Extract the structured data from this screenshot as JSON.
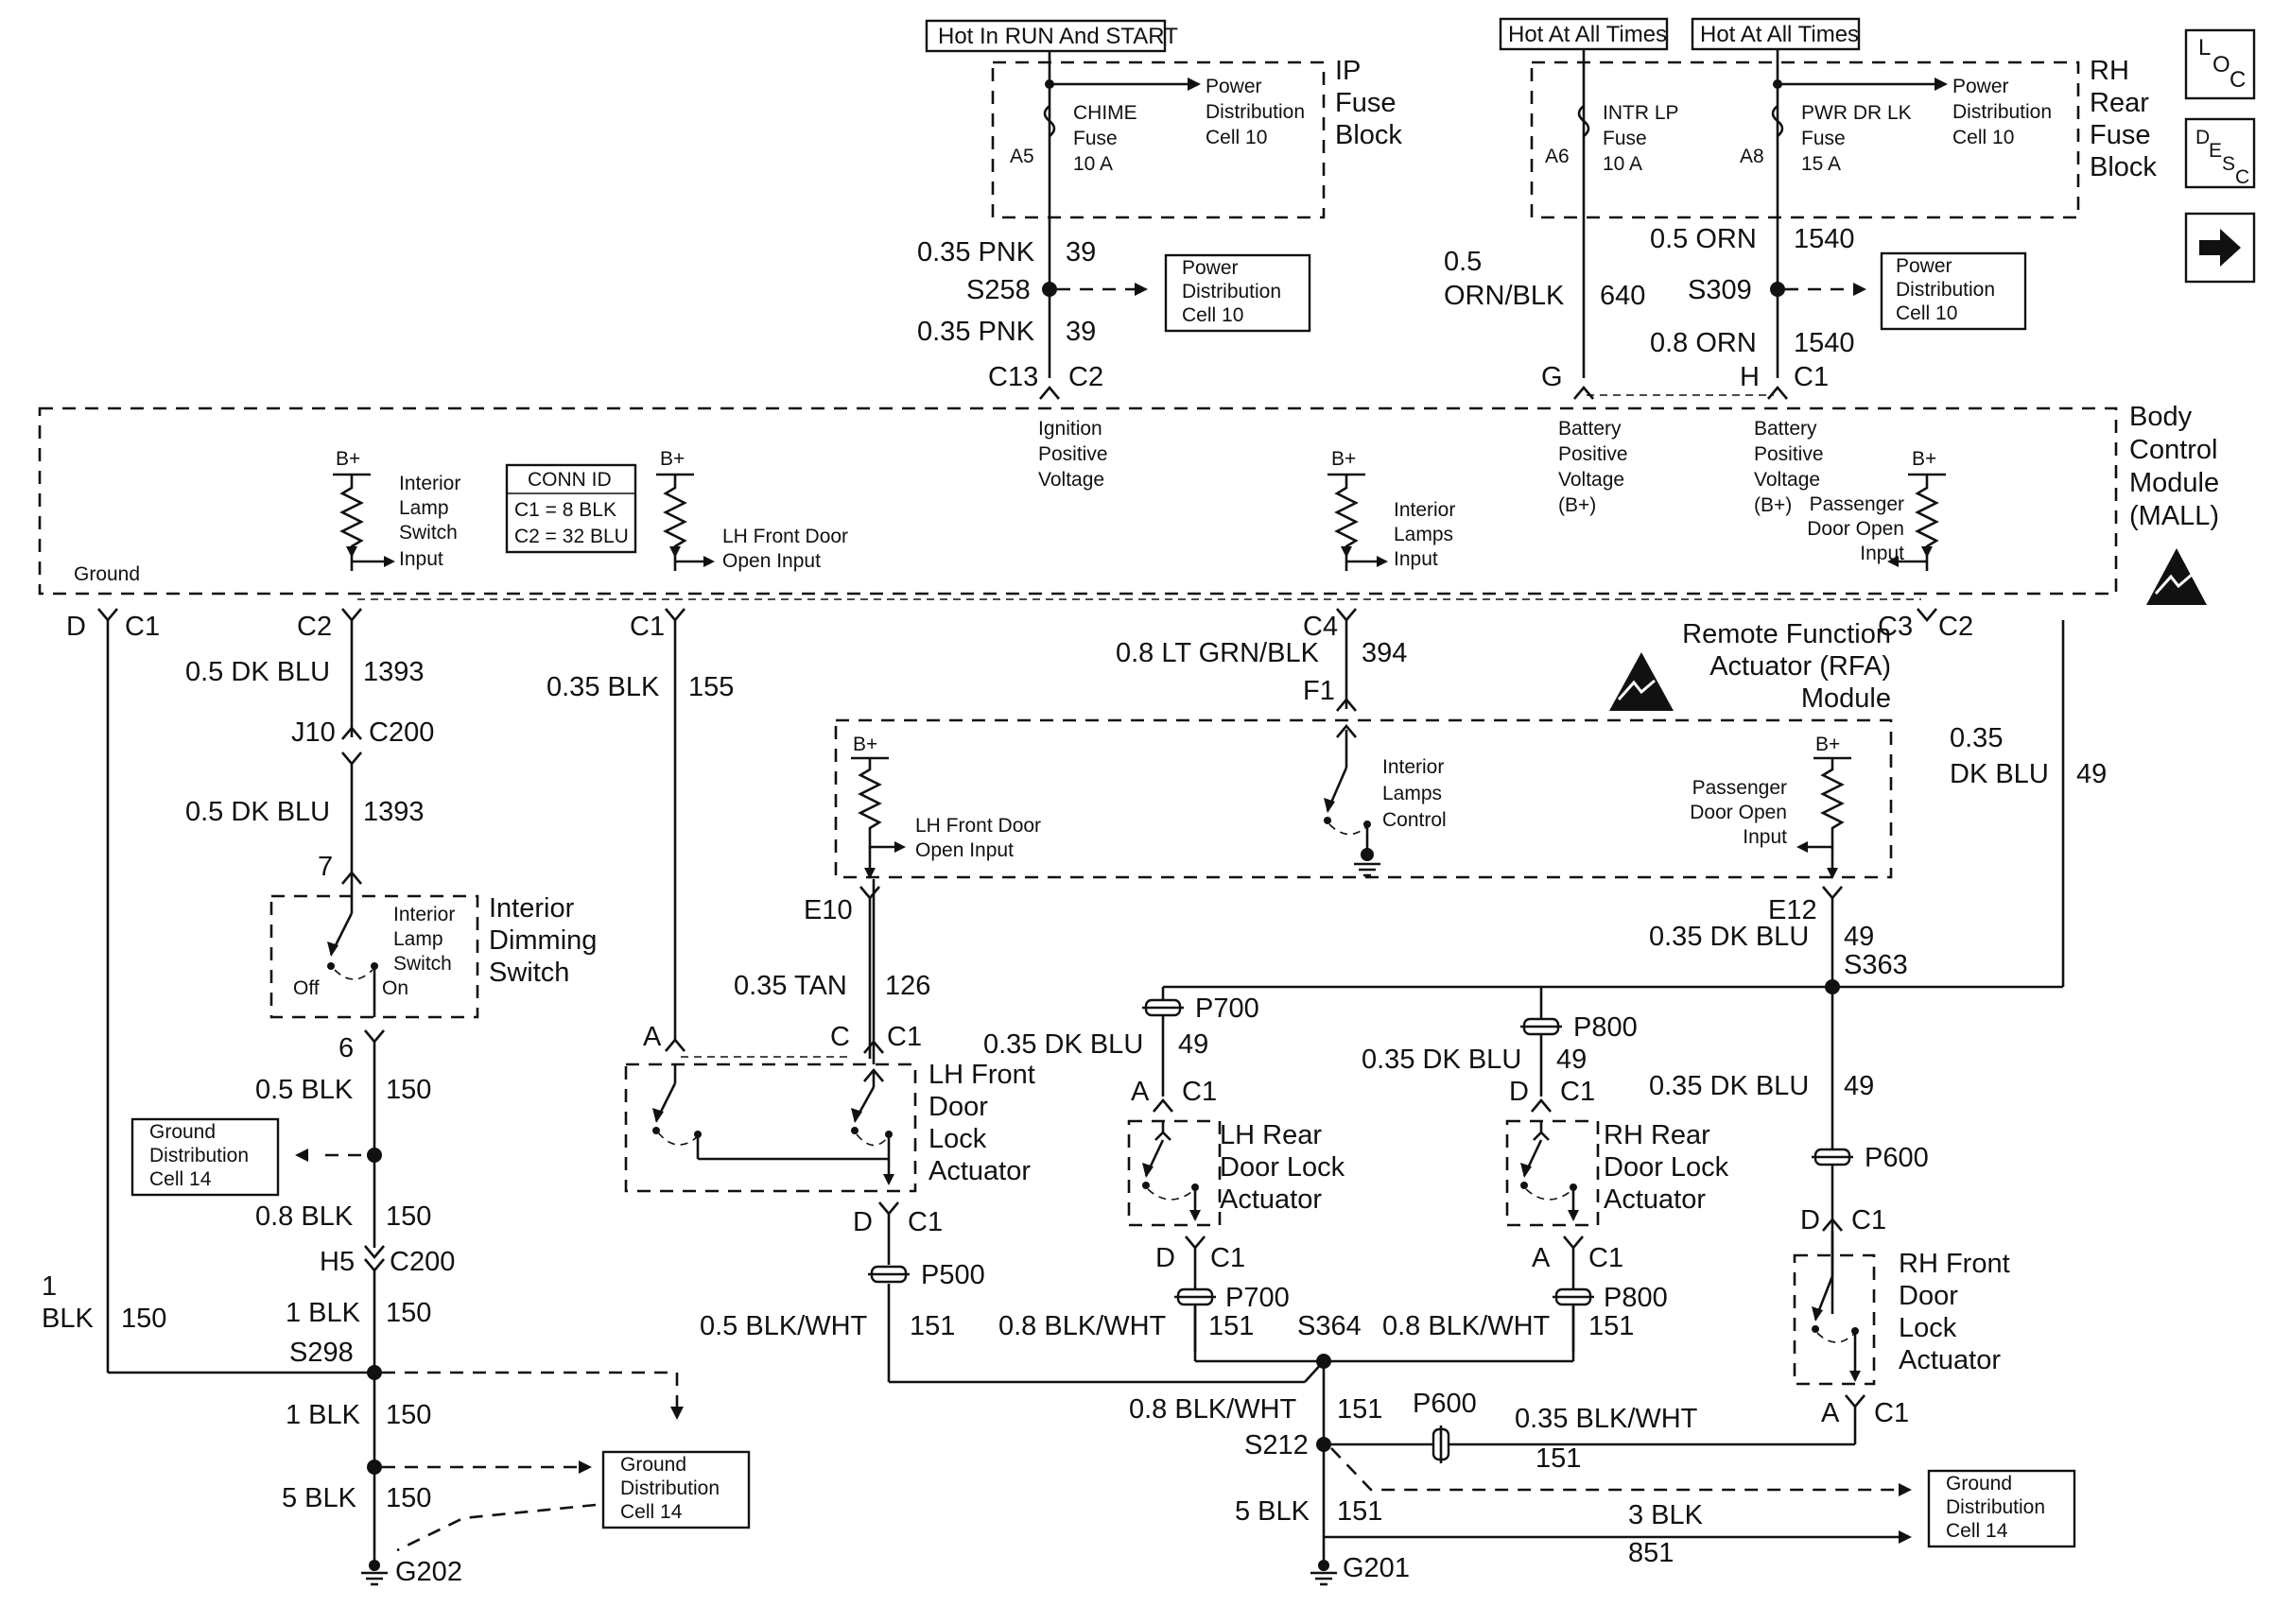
{
  "sources": {
    "run_start": "Hot In RUN And START",
    "all_times_1": "Hot At All Times",
    "all_times_2": "Hot At All Times"
  },
  "fuse_blocks": {
    "ip": {
      "title": [
        "IP",
        "Fuse",
        "Block"
      ]
    },
    "rh_rear": {
      "title": [
        "RH",
        "Rear",
        "Fuse",
        "Block"
      ]
    },
    "chime": {
      "label": [
        "CHIME",
        "Fuse",
        "10 A"
      ],
      "pin": "A5"
    },
    "intr_lp": {
      "label": [
        "INTR LP",
        "Fuse",
        "10 A"
      ],
      "pin": "A6"
    },
    "pwr_dr_lk": {
      "label": [
        "PWR DR LK",
        "Fuse",
        "15 A"
      ],
      "pin": "A8"
    }
  },
  "refs": {
    "power_dist": [
      "Power",
      "Distribution",
      "Cell 10"
    ],
    "ground_dist": [
      "Ground",
      "Distribution",
      "Cell 14"
    ]
  },
  "nav": {
    "loc": [
      "L",
      "O",
      "C"
    ],
    "desc": [
      "D",
      "E",
      "S",
      "C"
    ],
    "arrow": "➡"
  },
  "bcm": {
    "title": [
      "Body",
      "Control",
      "Module",
      "(MALL)"
    ],
    "conn_id": {
      "heading": "CONN ID",
      "c1": "C1 = 8 BLK",
      "c2": "C2 = 32 BLU"
    },
    "ground": "Ground",
    "bplus": "B+",
    "ignition": [
      "Ignition",
      "Positive",
      "Voltage"
    ],
    "battery": [
      "Battery",
      "Positive",
      "Voltage",
      "(B+)"
    ],
    "interior_lamp_switch": [
      "Interior",
      "Lamp",
      "Switch",
      "Input"
    ],
    "lh_front_door": [
      "LH Front Door",
      "Open Input"
    ],
    "interior_lamps": [
      "Interior",
      "Lamps",
      "Input"
    ],
    "passenger_door": [
      "Passenger",
      "Door Open",
      "Input"
    ]
  },
  "rfa": {
    "title": [
      "Remote Function",
      "Actuator (RFA)",
      "Module"
    ],
    "bplus": "B+",
    "lh_front_door": [
      "LH Front Door",
      "Open Input"
    ],
    "interior_lamps": [
      "Interior",
      "Lamps",
      "Control"
    ],
    "passenger_door": [
      "Passenger",
      "Door Open",
      "Input"
    ]
  },
  "components": {
    "dimming_switch": {
      "title": [
        "Interior",
        "Dimming",
        "Switch"
      ],
      "inner": [
        "Interior",
        "Lamp",
        "Switch"
      ],
      "off": "Off",
      "on": "On"
    },
    "lh_front_actuator": [
      "LH Front",
      "Door",
      "Lock",
      "Actuator"
    ],
    "lh_rear_actuator": [
      "LH Rear",
      "Door Lock",
      "Actuator"
    ],
    "rh_rear_actuator": [
      "RH Rear",
      "Door Lock",
      "Actuator"
    ],
    "rh_front_actuator": [
      "RH Front",
      "Door",
      "Lock",
      "Actuator"
    ]
  },
  "labels": {
    "w_039a": "0.35 PNK",
    "n_039a": "39",
    "s258": "S258",
    "w_039b": "0.35 PNK",
    "n_039b": "39",
    "c13": "C13",
    "c2_top": "C2",
    "w_640a": "0.5",
    "w_640b": "ORN/BLK",
    "n_640": "640",
    "w_1540a": "0.5 ORN",
    "n_1540a": "1540",
    "s309": "S309",
    "w_1540b": "0.8 ORN",
    "n_1540b": "1540",
    "g_pin": "G",
    "h_pin": "H",
    "c1_top": "C1",
    "d_pin": "D",
    "c1_gnd": "C1",
    "c2_lamp": "C2",
    "c1_lh": "C1",
    "c4": "C4",
    "c3": "C3",
    "c2_pass": "C2",
    "w_1393a": "0.5 DK BLU",
    "n_1393a": "1393",
    "j10": "J10",
    "c200a": "C200",
    "w_1393b": "0.5 DK BLU",
    "n_1393b": "1393",
    "pin7": "7",
    "pin6": "6",
    "w_150a": "0.5 BLK",
    "n_150a": "150",
    "w_150b": "0.8 BLK",
    "n_150b": "150",
    "h5": "H5",
    "c200b": "C200",
    "w_150c": "1 BLK",
    "n_150c": "150",
    "w_150d1": "1",
    "w_150d2": "BLK",
    "n_150d": "150",
    "s298": "S298",
    "w_150e": "1 BLK",
    "n_150e": "150",
    "w_150f": "5 BLK",
    "n_150f": "150",
    "g202": "G202",
    "w_155": "0.35 BLK",
    "n_155": "155",
    "w_394": "0.8 LT GRN/BLK",
    "n_394": "394",
    "f1": "F1",
    "w_49a1": "0.35",
    "w_49a2": "DK BLU",
    "n_49a": "49",
    "e10": "E10",
    "e12": "E12",
    "w_126": "0.35 TAN",
    "n_126": "126",
    "w_49b": "0.35 DK BLU",
    "n_49b": "49",
    "s363": "S363",
    "pin_a1": "A",
    "pin_c1": "C",
    "c1_a": "C1",
    "p700a": "P700",
    "w_49c": "0.35 DK BLU",
    "n_49c": "49",
    "p800a": "P800",
    "w_49d": "0.35 DK BLU",
    "n_49d": "49",
    "w_49e": "0.35 DK BLU",
    "n_49e": "49",
    "p600a": "P600",
    "a_lhr": "A",
    "c1_lhr": "C1",
    "d_rhr": "D",
    "c1_rhr": "C1",
    "d_rhf": "D",
    "c1_rhf": "C1",
    "d_lhf2": "D",
    "c1_lhf2": "C1",
    "p500": "P500",
    "d_lhr2": "D",
    "c1_lhr2": "C1",
    "p700b": "P700",
    "a_rhr2": "A",
    "c1_rhr2": "C1",
    "p800b": "P800",
    "w_151a": "0.5 BLK/WHT",
    "n_151a": "151",
    "w_151b": "0.8 BLK/WHT",
    "n_151b": "151",
    "s364": "S364",
    "w_151c": "0.8 BLK/WHT",
    "n_151c": "151",
    "a_rhf2": "A",
    "c1_rhf2": "C1",
    "w_151d": "0.8 BLK/WHT",
    "n_151d": "151",
    "s212": "S212",
    "p600b": "P600",
    "w_151e": "0.35 BLK/WHT",
    "n_151e": "151",
    "w_151f": "5 BLK",
    "n_151f": "151",
    "w_851": "3 BLK",
    "n_851": "851",
    "g201": "G201"
  }
}
